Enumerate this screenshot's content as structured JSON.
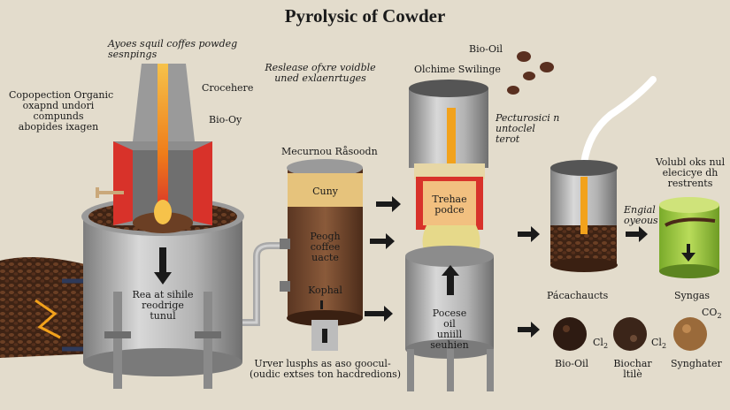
{
  "title": "Pyrolysic of Cowder",
  "labels": {
    "feed_top_1": "Ayoes squil coffes powdeg",
    "feed_top_2": "sesnpings",
    "organic_1": "Copopection Organic",
    "organic_2": "oxapnd undori",
    "organic_3": "compunds",
    "organic_4": "abopides ixagen",
    "crocehere": "Crocehere",
    "bio_oy": "Bio-Oy",
    "release_1": "Reslease ofxre voidble",
    "release_2": "uned exlaenrtuges",
    "mecurnou": "Mecurnou Råsoodn",
    "reactor_1": "Rea at sihile",
    "reactor_2": "reodrige",
    "reactor_3": "tunul",
    "tank_cuny": "Cuny",
    "tank_peogh": "Peogh",
    "tank_coffee": "coffee",
    "tank_uacte": "uacte",
    "tank_kophal": "Kophal",
    "bottom_1": "Urver lusphs as aso goocul-",
    "bottom_2": "(oudic extses ton hacdredions)",
    "bio_oil_top": "Bio-Oil",
    "olchime": "Olchime Swilinge",
    "trehae": "Trehae",
    "podce": "podce",
    "pocese": "Pocese",
    "oil": "oil",
    "uniill": "uniill",
    "seuhien_1": "seuhien",
    "pectur_1": "Pecturosici n",
    "pectur_2": "untoclel",
    "pectur_3": "terot",
    "volubl_1": "Volubl oks nul",
    "volubl_2": "elecicye dh",
    "volubl_3": "restrents",
    "engial_1": "Engial",
    "engial_2": "oyeous",
    "pacachaucts": "Pácachaucts",
    "syngas_top": "Syngas",
    "co2": "CO",
    "co2_sub": "2",
    "cl": "Cl",
    "cl_sub": "2",
    "bio_oil_bottom": "Bio-Oil",
    "biochar_1": "Biochar",
    "biochar_2": "ltilè",
    "synghater": "Synghater"
  },
  "colors": {
    "background": "#e3dccc",
    "steel": "#a9a9a9",
    "coffee": "#4a2a18",
    "heat_red": "#d8322a",
    "flame": "#f2a21c",
    "green_tank": "#8fbf3a"
  }
}
